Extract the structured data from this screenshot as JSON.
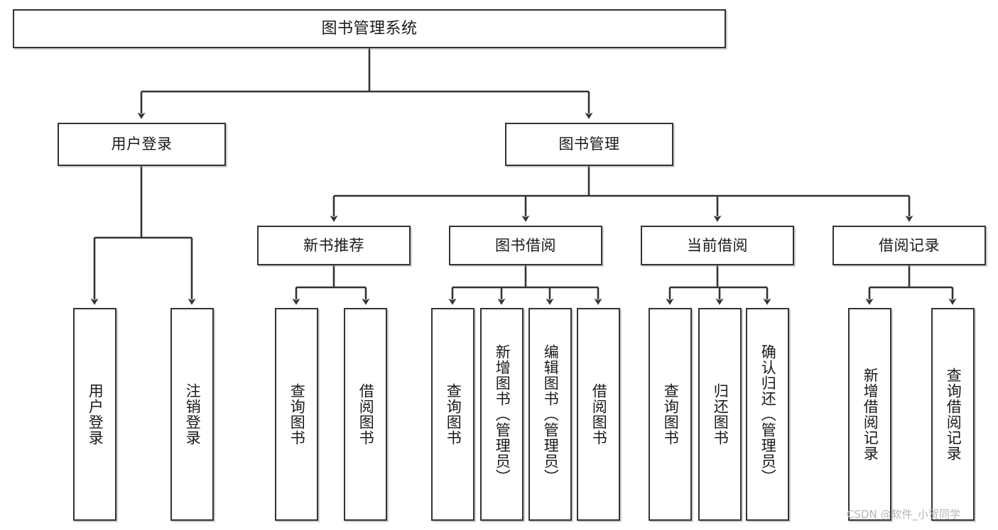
{
  "diagram": {
    "type": "tree",
    "title": "图书管理系统",
    "colors": {
      "border": "#333333",
      "text": "#1a1a1a",
      "background": "#ffffff",
      "connector": "#333333",
      "watermark": "#b4b4b4"
    },
    "nodes": {
      "root": {
        "label": "图书管理系统"
      },
      "level1": [
        {
          "label": "用户登录"
        },
        {
          "label": "图书管理"
        }
      ],
      "level2": [
        {
          "label": "新书推荐"
        },
        {
          "label": "图书借阅"
        },
        {
          "label": "当前借阅"
        },
        {
          "label": "借阅记录"
        }
      ],
      "leaves": {
        "user_login": [
          {
            "label": "用户登录"
          },
          {
            "label": "注销登录"
          }
        ],
        "new_book_recommend": [
          {
            "label": "查询图书"
          },
          {
            "label": "借阅图书"
          }
        ],
        "book_borrow": [
          {
            "label": "查询图书"
          },
          {
            "label": "新增图书（管理员）"
          },
          {
            "label": "编辑图书（管理员）"
          },
          {
            "label": "借阅图书"
          }
        ],
        "current_borrow": [
          {
            "label": "查询图书"
          },
          {
            "label": "归还图书"
          },
          {
            "label": "确认归还（管理员）"
          }
        ],
        "borrow_record": [
          {
            "label": "新增借阅记录"
          },
          {
            "label": "查询借阅记录"
          }
        ]
      }
    },
    "watermark": "CSDN @软件_小贺同学"
  }
}
